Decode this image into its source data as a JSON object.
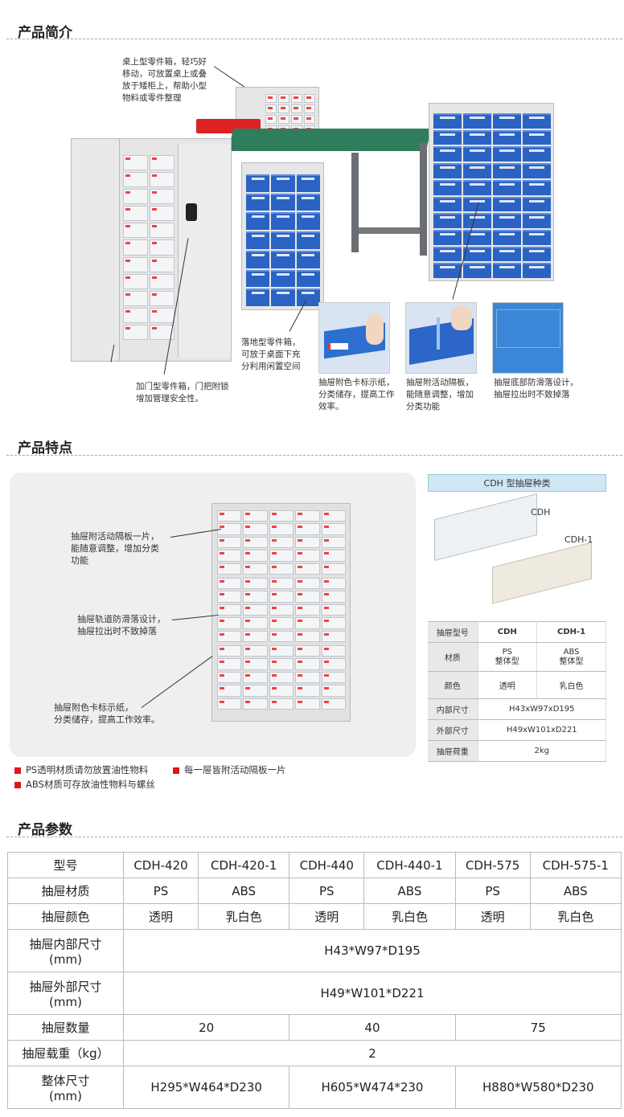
{
  "intro": {
    "title": "产品简介",
    "notes": {
      "desktop": [
        "桌上型零件箱，轻巧好",
        "移动，可放置桌上或叠",
        "放于矮柜上，帮助小型",
        "物料或零件整理"
      ],
      "floor": [
        "落地型零件箱，",
        "可放于桌面下充",
        "分利用闲置空间"
      ],
      "door": [
        "加门型零件箱，门把附锁",
        "增加管理安全性。"
      ],
      "label_card": [
        "抽屉附色卡标示纸，",
        "分类储存，提高工作",
        "效率。"
      ],
      "divider": [
        "抽屉附活动隔板，",
        "能随意调整，增加",
        "分类功能"
      ],
      "anti_slip": [
        "抽屉底部防滑落设计，",
        "抽屉拉出时不致掉落"
      ]
    }
  },
  "features": {
    "title": "产品特点",
    "callouts": {
      "divider": [
        "抽屉附活动隔板一片，",
        "能随意调整，增加分类",
        "功能"
      ],
      "rail": [
        "抽屉轨道防滑落设计，",
        "抽屉拉出时不致掉落"
      ],
      "card": [
        "抽屉附色卡标示纸，",
        "分类储存，提高工作效率。"
      ]
    },
    "legend": [
      "PS透明材质请勿放置油性物料",
      "每一屉皆附活动隔板一片",
      "ABS材质可存放油性物料与螺丝"
    ],
    "cdh_types": {
      "title": "CDH 型抽屉种类",
      "label_cdh": "CDH",
      "label_cdh1": "CDH-1",
      "table": {
        "head": [
          "抽屉型号",
          "CDH",
          "CDH-1"
        ],
        "material": [
          "材质",
          "PS\n整体型",
          "ABS\n整体型"
        ],
        "color": [
          "颜色",
          "透明",
          "乳白色"
        ],
        "inner": [
          "内部尺寸",
          "H43xW97xD195"
        ],
        "outer": [
          "外部尺寸",
          "H49xW101xD221"
        ],
        "load": [
          "抽屉荷重",
          "2kg"
        ]
      }
    }
  },
  "params": {
    "title": "产品参数",
    "models": [
      "型号",
      "CDH-420",
      "CDH-420-1",
      "CDH-440",
      "CDH-440-1",
      "CDH-575",
      "CDH-575-1"
    ],
    "material": [
      "抽屉材质",
      "PS",
      "ABS",
      "PS",
      "ABS",
      "PS",
      "ABS"
    ],
    "color": [
      "抽屉颜色",
      "透明",
      "乳白色",
      "透明",
      "乳白色",
      "透明",
      "乳白色"
    ],
    "inner": [
      "抽屉内部尺寸",
      "(mm)",
      "H43*W97*D195"
    ],
    "outer": [
      "抽屉外部尺寸",
      "(mm)",
      "H49*W101*D221"
    ],
    "count": [
      "抽屉数量",
      "20",
      "40",
      "75"
    ],
    "load": [
      "抽屉载重（kg）",
      "2"
    ],
    "overall": [
      "整体尺寸",
      "(mm)",
      "H295*W464*D230",
      "H605*W474*230",
      "H880*W580*D230"
    ]
  }
}
